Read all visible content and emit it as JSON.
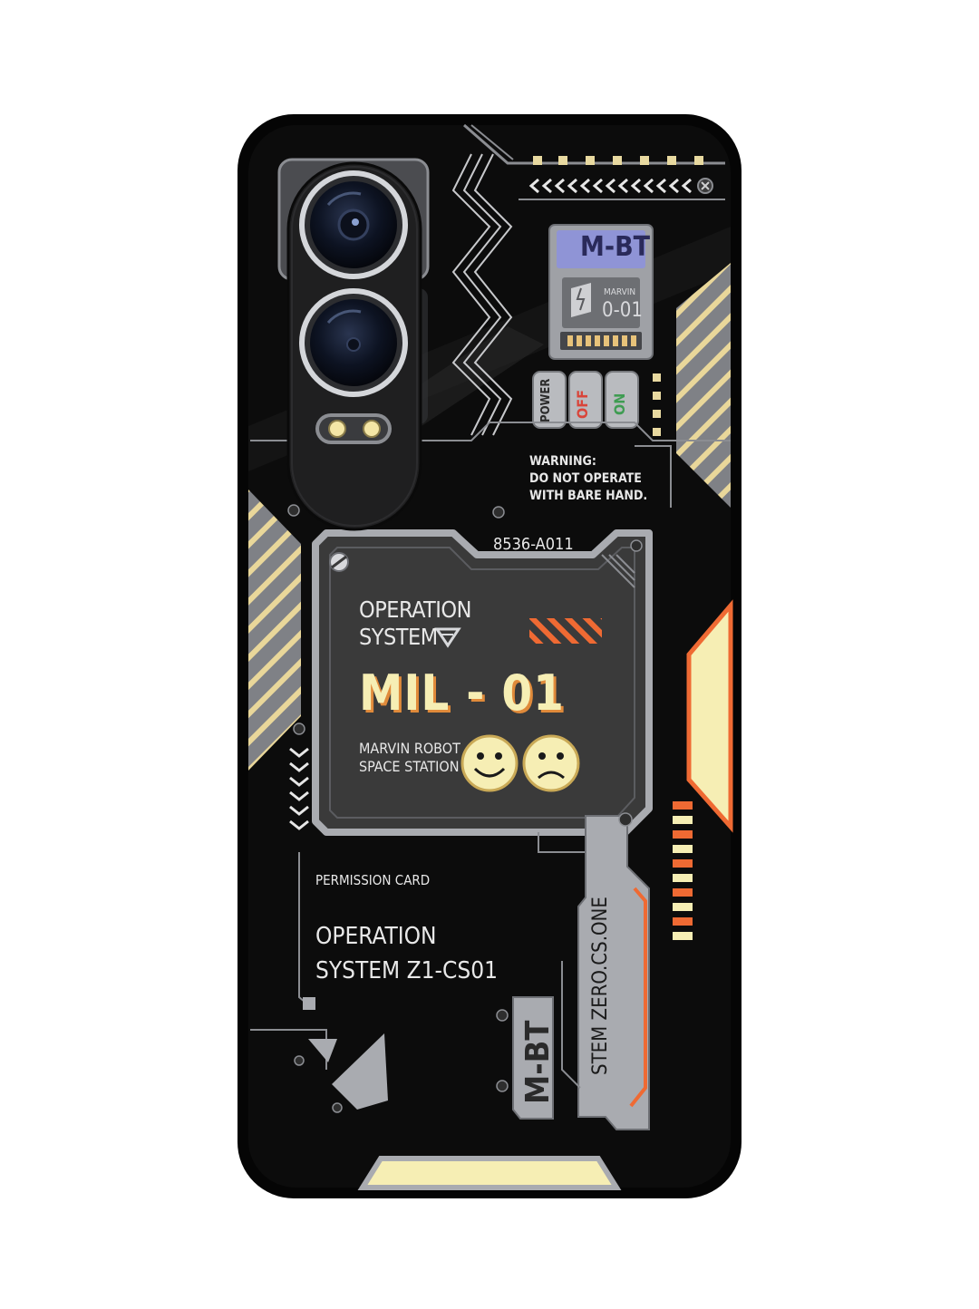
{
  "product": {
    "kind": "phone case",
    "colors": {
      "case": "#0b0b0b",
      "panel": "#3a3a3a",
      "metal": "#a9abb0",
      "cream": "#f6eeb4",
      "orange": "#ef6a33",
      "text": "#e6e6e6"
    }
  },
  "print": {
    "warning_lines": [
      "WARNING:",
      "DO NOT OPERATE",
      "WITH BARE HAND."
    ],
    "badge_top": "M-BT",
    "card_marvin": "MARVIN",
    "card_code": "0-01",
    "switch_power": "POWER",
    "switch_off": "OFF",
    "switch_on": "ON",
    "serial": "8536-A011",
    "os_line1": "OPERATION",
    "os_line2": "SYSTEM",
    "model": "MIL - 01",
    "station_line1": "MARVIN ROBOT",
    "station_line2": "SPACE STATION",
    "permission": "PERMISSION CARD",
    "os2_line1": "OPERATION",
    "os2_line2": "SYSTEM Z1-CS01",
    "vertical_system": "STEM ZERO.CS.ONE",
    "vertical_badge": "M-BT"
  },
  "icons": [
    "camera-lens-icon",
    "flash-icon",
    "smile-face-icon",
    "sad-face-icon",
    "screw-icon",
    "chevron-icon",
    "lightning-icon",
    "triangle-logo-icon"
  ]
}
